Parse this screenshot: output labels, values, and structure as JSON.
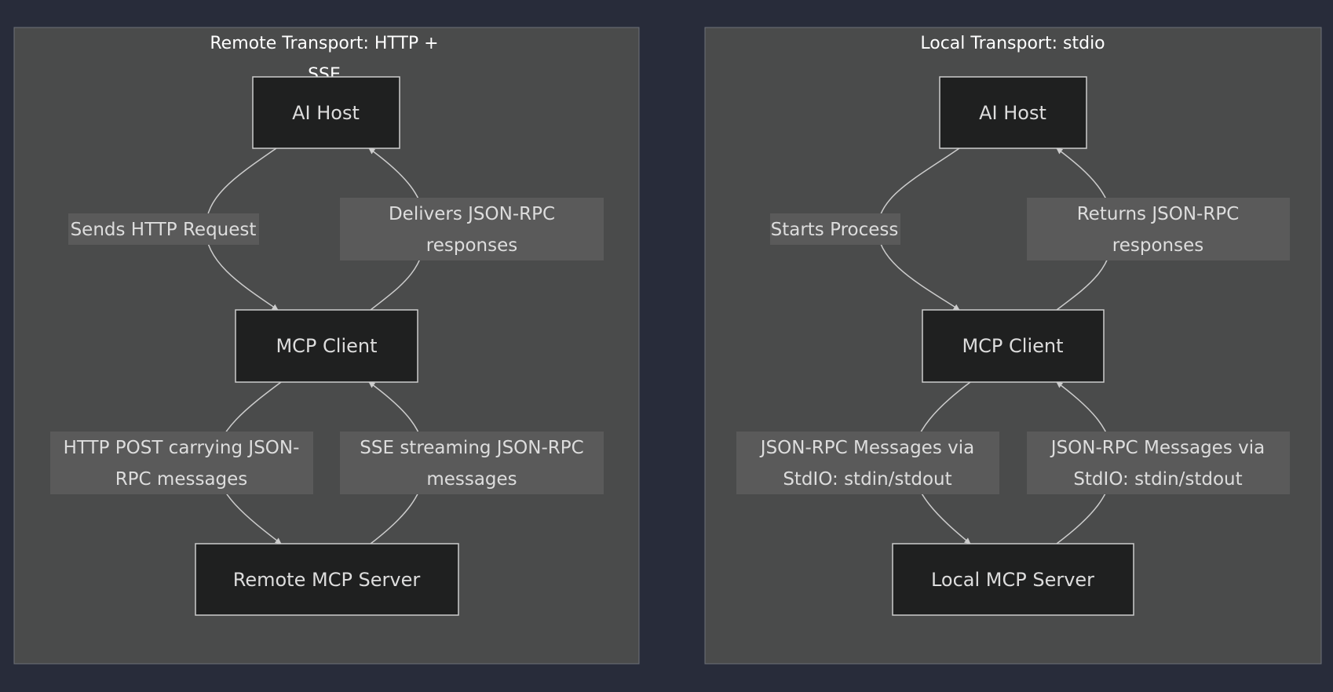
{
  "subgraphs": [
    {
      "title_lines": [
        "Remote Transport: HTTP +",
        "SSE"
      ],
      "nodes": {
        "host": "AI Host",
        "client": "MCP Client",
        "server": "Remote MCP Server"
      },
      "edges": {
        "host_to_client": [
          "Sends HTTP Request"
        ],
        "client_to_host": [
          "Delivers JSON-RPC",
          "responses"
        ],
        "client_to_server": [
          "HTTP POST carrying JSON-",
          "RPC messages"
        ],
        "server_to_client": [
          "SSE streaming JSON-RPC",
          "messages"
        ]
      }
    },
    {
      "title_lines": [
        "Local Transport: stdio"
      ],
      "nodes": {
        "host": "AI Host",
        "client": "MCP Client",
        "server": "Local MCP Server"
      },
      "edges": {
        "host_to_client": [
          "Starts Process"
        ],
        "client_to_host": [
          "Returns JSON-RPC",
          "responses"
        ],
        "client_to_server": [
          "JSON-RPC Messages via",
          "StdIO: stdin/stdout"
        ],
        "server_to_client": [
          "JSON-RPC Messages via",
          "StdIO: stdin/stdout"
        ]
      }
    }
  ],
  "colors": {
    "background": "#282c3a",
    "cluster_fill": "#4a4b4b",
    "cluster_stroke": "#6d7078",
    "node_fill": "#1f2020",
    "node_stroke": "#cccccc",
    "edge_label_fill": "#5a5a5a",
    "text": "#dddddd",
    "title_text": "#ffffff",
    "edge": "#cccccc"
  }
}
